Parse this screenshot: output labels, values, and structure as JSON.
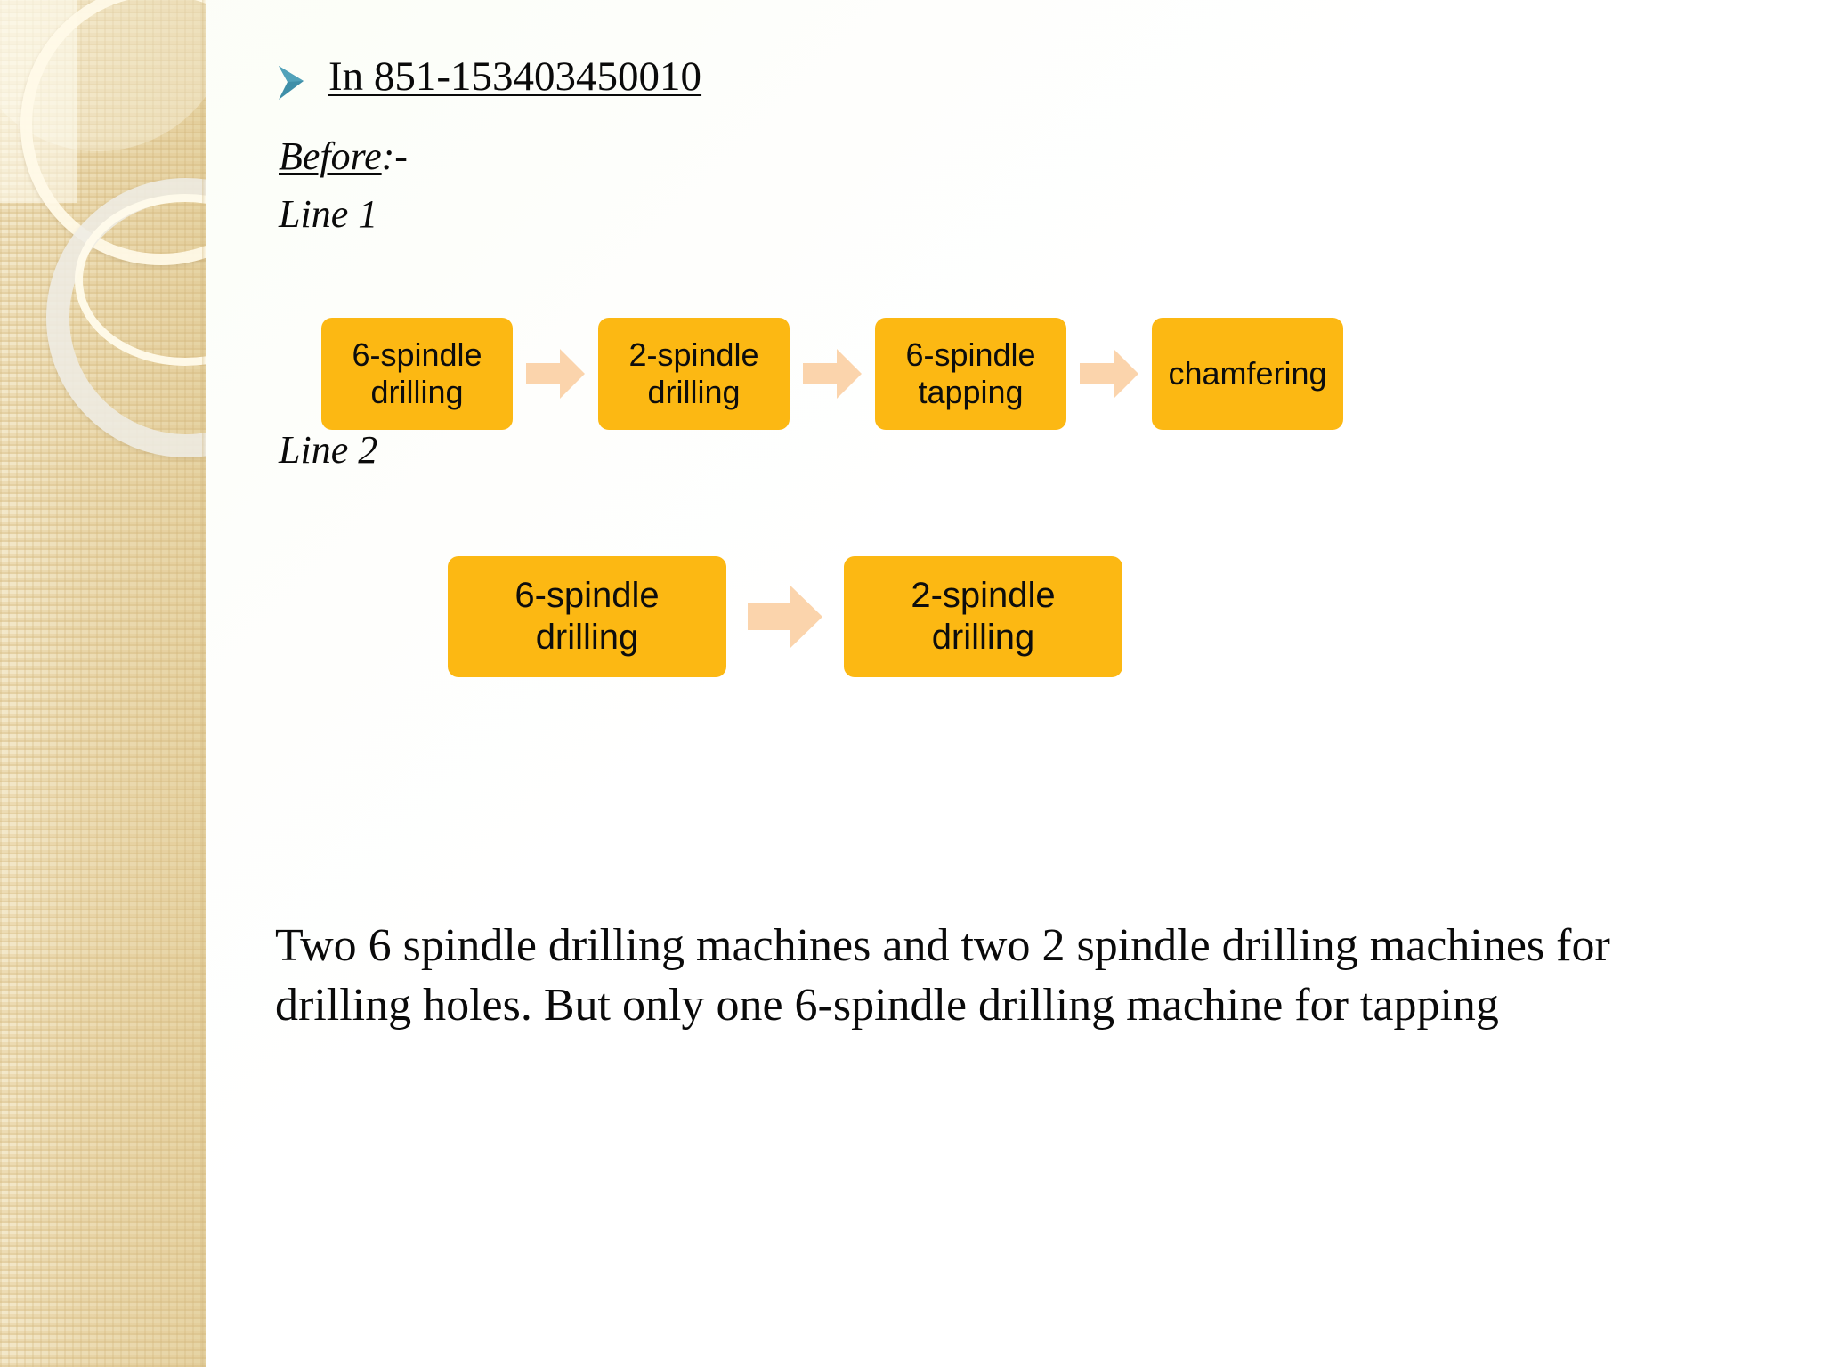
{
  "slide": {
    "background_color": "#ffffff",
    "accent_orange": "#fcb813",
    "accent_arrow": "#fbd4ac",
    "sidebar_color": "#ead9b0",
    "bullet_color": "#3f8fa8"
  },
  "heading": {
    "bullet_icon": "triangle-right-bullet-icon",
    "text": "In 851-153403450010"
  },
  "before": {
    "underlined_part": "Before",
    "suffix": ":-"
  },
  "lines": [
    {
      "label": "Line 1"
    },
    {
      "label": "Line 2"
    }
  ],
  "flow1": {
    "label": "Line 1",
    "steps": [
      {
        "text": "6-spindle\ndrilling"
      },
      {
        "text": "2-spindle\ndrilling"
      },
      {
        "text": "6-spindle\ntapping"
      },
      {
        "text": "chamfering"
      }
    ],
    "arrow_icon": "arrow-right-icon"
  },
  "flow2": {
    "label": "Line 2",
    "steps": [
      {
        "text": "6-spindle\ndrilling"
      },
      {
        "text": "2-spindle\ndrilling"
      }
    ],
    "arrow_icon": "arrow-right-icon"
  },
  "paragraph": {
    "text": "Two 6 spindle drilling machines and two 2 spindle drilling machines for drilling holes. But only one 6-spindle drilling machine for tapping"
  }
}
